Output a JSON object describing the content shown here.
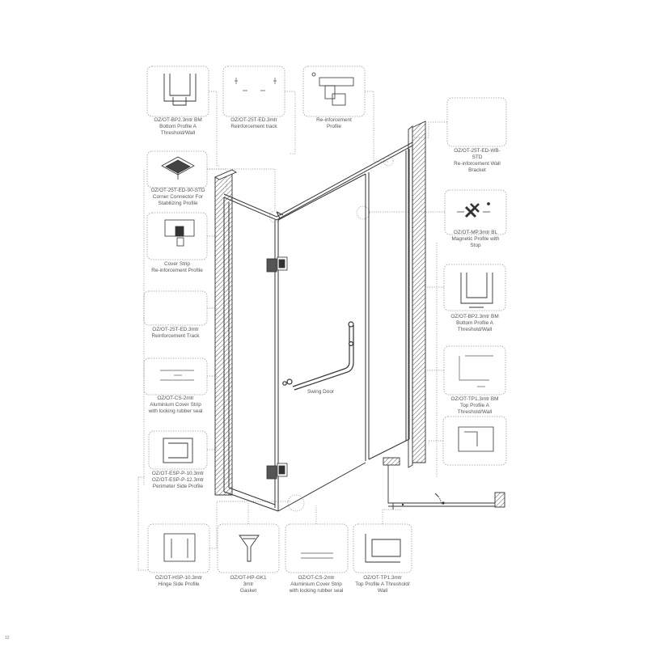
{
  "page": {
    "number": "12"
  },
  "door_label": "Swing Door",
  "callouts": [
    {
      "id": "bottom-profile-a-threshold",
      "lines": [
        "OZ/OT-BP2.3mtr BM",
        "Bottom Profile A",
        "Threshold/Wall"
      ]
    },
    {
      "id": "reinforcement-track-top",
      "lines": [
        "OZ/OT-25T-ED.3mtr",
        "Reinforcement track"
      ]
    },
    {
      "id": "reinforcement-profile",
      "lines": [
        "Re-inforcement",
        "Profile"
      ]
    },
    {
      "id": "reinforcement-wall-bracket",
      "lines": [
        "OZ/OT-25T-ED-WB-",
        "STD",
        "Re-inforcement Wall",
        "Bracket"
      ]
    },
    {
      "id": "corner-connector",
      "lines": [
        "OZ/OT-25T-ED-90-STD",
        "Corner Connector For",
        "Stabilizing Profile"
      ]
    },
    {
      "id": "magnetic-profile",
      "lines": [
        "OZ/OT-MP.3mtr BL",
        "Magnetic Profile with",
        "Stop"
      ]
    },
    {
      "id": "cover-strip-reinforcement",
      "lines": [
        "Cover Strip",
        "Re-inforcement Profile"
      ]
    },
    {
      "id": "bottom-profile-a-threshold-right",
      "lines": [
        "OZ/OT-BP2.3mtr BM",
        "Bottom Profile A",
        "Threshold/Wall"
      ]
    },
    {
      "id": "reinforcement-track-left",
      "lines": [
        "OZ/OT-25T-ED.3mtr",
        "Reinforcement Track"
      ]
    },
    {
      "id": "top-profile-a-threshold-wall",
      "lines": [
        "OZ/OT-TP1.3mtr BM",
        "Top Profile A",
        "Threshold/Wall"
      ]
    },
    {
      "id": "aluminium-cover-strip-left",
      "lines": [
        "OZ/OT-CS-2mtr",
        "Aluminium Cover Strip",
        "with locking rubber seal"
      ]
    },
    {
      "id": "perimeter-side-profile",
      "lines": [
        "OZ/OT-ESP-P-10.3mtr",
        "OZ/OT-ESP-P-12.3mtr",
        "Perimeter Side Profile"
      ]
    },
    {
      "id": "hinge-side-profile",
      "lines": [
        "OZ/OT-HSP-10.3mtr",
        "Hinge Side Profile"
      ]
    },
    {
      "id": "gasket",
      "lines": [
        "OZ/OT-HP-GK1",
        "3mtr",
        "Gasket"
      ]
    },
    {
      "id": "aluminium-cover-strip-bottom",
      "lines": [
        "OZ/OT-CS-2mtr",
        "Aluminium Cover Strip",
        "with locking rubber seal"
      ]
    },
    {
      "id": "top-profile-a-threshold-wall-bottom",
      "lines": [
        "OZ/OT-TP1.3mtr",
        "Top Profile A Threshold/",
        "Wall"
      ]
    }
  ],
  "colors": {
    "line": "#333333",
    "dotted": "#8a8a8a",
    "box": "#9a9a9a",
    "text": "#555555"
  }
}
